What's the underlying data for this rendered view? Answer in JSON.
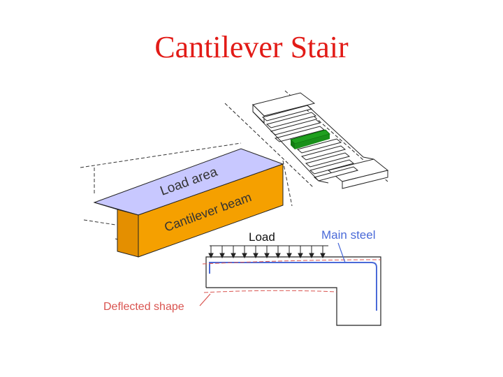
{
  "title": "Cantilever Stair",
  "labels": {
    "load_area": "Load area",
    "cantilever_beam": "Cantilever beam",
    "load": "Load",
    "main_steel": "Main steel",
    "deflected_shape": "Deflected shape"
  },
  "colors": {
    "title": "#e21b17",
    "load_area_fill": "#c8c8ff",
    "beam_fill": "#f5a000",
    "main_steel_label": "#4a6ad8",
    "deflected_label": "#d9534f",
    "tread_highlight": "#1fa01f"
  }
}
